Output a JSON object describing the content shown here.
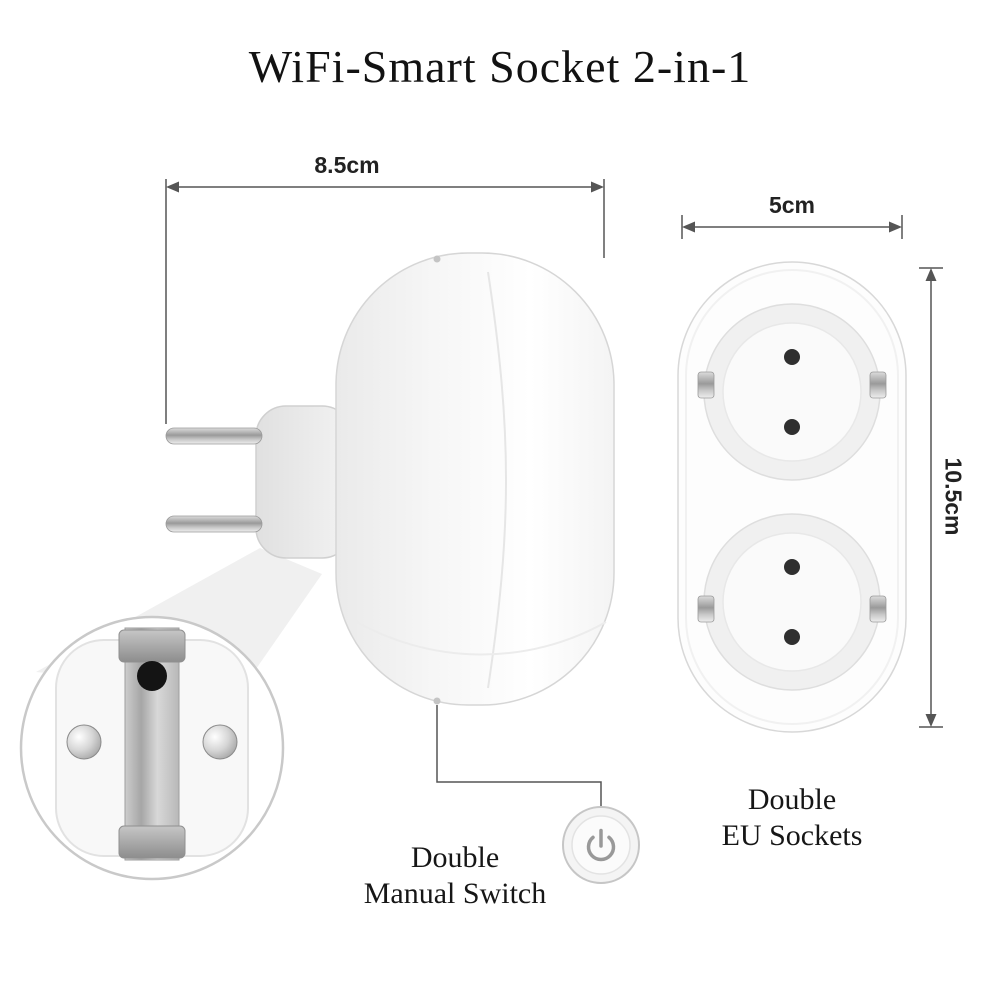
{
  "title": "WiFi-Smart Socket 2-in-1",
  "dimensions": {
    "side_width": "8.5cm",
    "front_width": "5cm",
    "front_height": "10.5cm"
  },
  "captions": {
    "manual_switch": [
      "Double",
      "Manual Switch"
    ],
    "eu_sockets": [
      "Double",
      "EU Sockets"
    ]
  },
  "icons": {
    "power": "power-icon"
  },
  "colors": {
    "background": "#ffffff",
    "text": "#1a1a1a",
    "annotation_line": "#555555",
    "product_outline": "#d8d8d8",
    "metal": "#a8a8a8",
    "hole": "#2f2f2f"
  }
}
